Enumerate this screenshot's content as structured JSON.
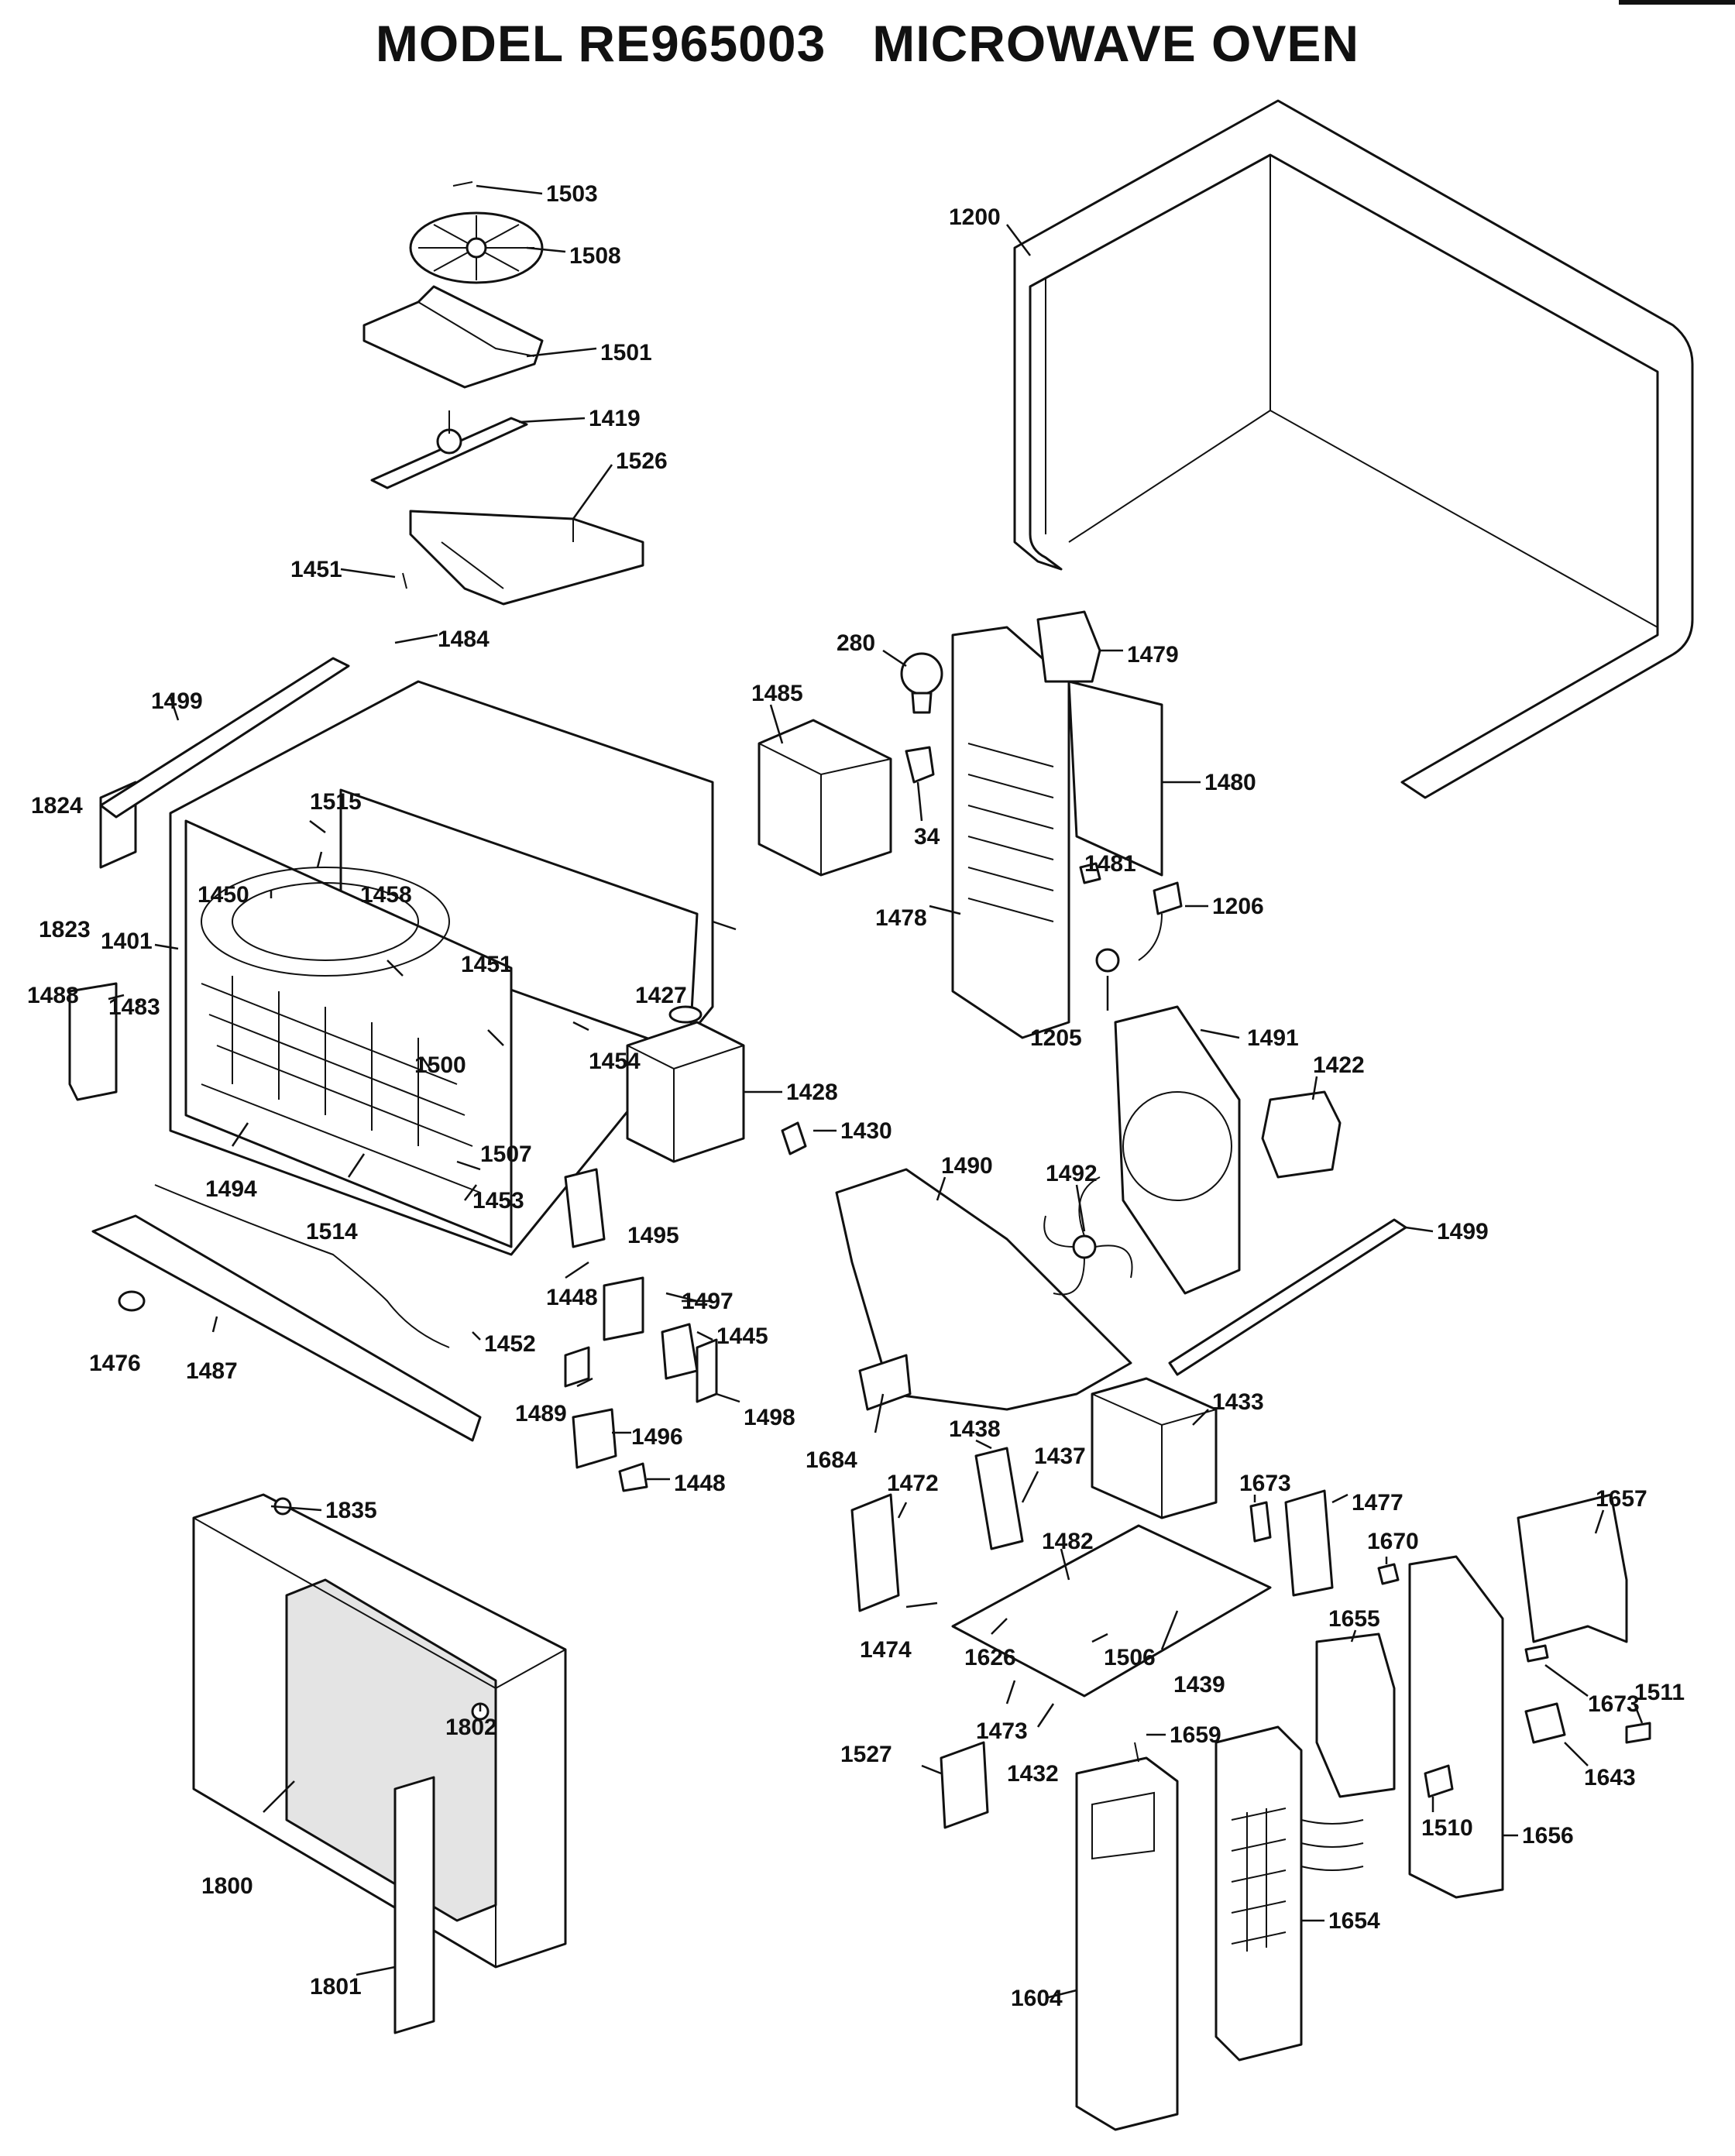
{
  "title": {
    "model": "MODEL RE965003",
    "product": "MICROWAVE OVEN"
  },
  "labels": {
    "l1503": "1503",
    "l1508": "1508",
    "l1501": "1501",
    "l1419": "1419",
    "l1526": "1526",
    "l1451a": "1451",
    "l1484": "1484",
    "l1499a": "1499",
    "l1824": "1824",
    "l1823": "1823",
    "l1515": "1515",
    "l1458": "1458",
    "l1450": "1450",
    "l1401": "1401",
    "l1451b": "1451",
    "l1427": "1427",
    "l1488": "1488",
    "l1483": "1483",
    "l1500": "1500",
    "l1454": "1454",
    "l1507": "1507",
    "l1453": "1453",
    "l1494": "1494",
    "l1514": "1514",
    "l1476": "1476",
    "l1487": "1487",
    "l1452": "1452",
    "l1200": "1200",
    "l280": "280",
    "l1479": "1479",
    "l1485": "1485",
    "l34": "34",
    "l1480": "1480",
    "l1481": "1481",
    "l1206": "1206",
    "l1478": "1478",
    "l1205": "1205",
    "l1491": "1491",
    "l1422": "1422",
    "l1428": "1428",
    "l1430": "1430",
    "l1490": "1490",
    "l1492": "1492",
    "l1499b": "1499",
    "l1495": "1495",
    "l1448a": "1448",
    "l1497": "1497",
    "l1445": "1445",
    "l1489": "1489",
    "l1498": "1498",
    "l1496": "1496",
    "l1448b": "1448",
    "l1684": "1684",
    "l1438": "1438",
    "l1437": "1437",
    "l1433": "1433",
    "l1472": "1472",
    "l1673a": "1673",
    "l1477": "1477",
    "l1657": "1657",
    "l1482": "1482",
    "l1670": "1670",
    "l1474": "1474",
    "l1626": "1626",
    "l1506": "1506",
    "l1439": "1439",
    "l1655": "1655",
    "l1673b": "1673",
    "l1511": "1511",
    "l1527": "1527",
    "l1473": "1473",
    "l1432": "1432",
    "l1659": "1659",
    "l1643": "1643",
    "l1510": "1510",
    "l1656": "1656",
    "l1835": "1835",
    "l1802": "1802",
    "l1800": "1800",
    "l1801": "1801",
    "l1604": "1604",
    "l1654": "1654"
  }
}
